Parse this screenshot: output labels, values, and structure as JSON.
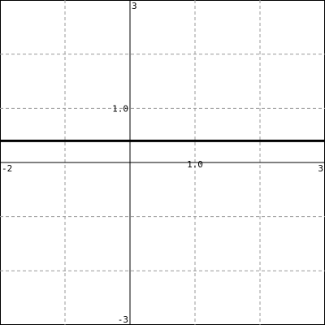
{
  "chart_data": {
    "type": "line",
    "title": "",
    "xlabel": "",
    "ylabel": "",
    "xlim": [
      -2,
      3
    ],
    "ylim": [
      -3,
      3
    ],
    "grid": true,
    "grid_x": [
      -1,
      0,
      1,
      2
    ],
    "grid_y": [
      -2,
      -1,
      0,
      1,
      2
    ],
    "tick_labels": {
      "x_min": "-2",
      "x_max": "3",
      "y_min": "-3",
      "y_max": "3",
      "x_unit": "1.0",
      "y_unit": "1.0"
    },
    "series": [
      {
        "x": [
          -2,
          3
        ],
        "y": [
          0.4,
          0.4
        ]
      }
    ]
  }
}
